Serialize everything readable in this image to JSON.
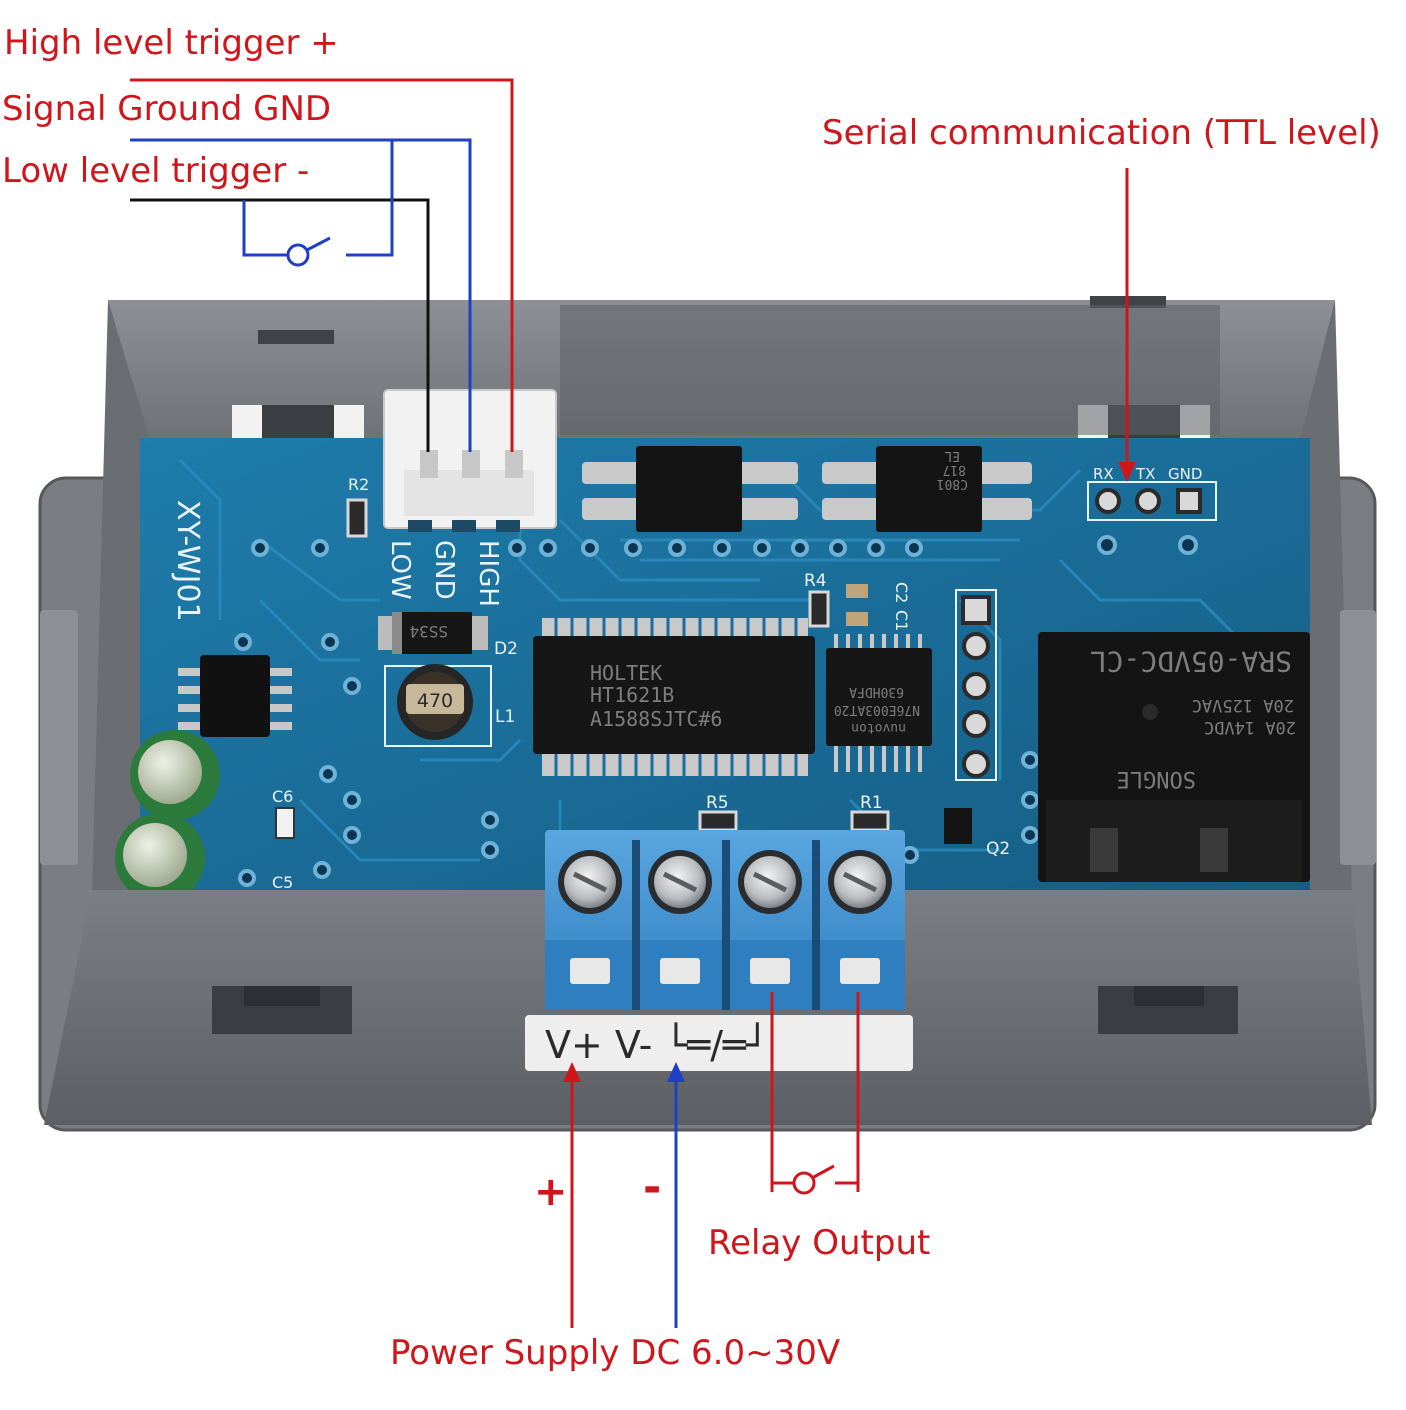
{
  "labels": {
    "high_trigger": "High level trigger +",
    "signal_ground": "Signal Ground GND",
    "low_trigger": "Low level trigger -",
    "serial": "Serial communication (TTL level)",
    "plus": "+",
    "minus": "-",
    "relay_output": "Relay Output",
    "power_supply": "Power Supply DC 6.0~30V"
  },
  "board": {
    "model": "XY-WJ01",
    "connector_pins": [
      "LOW",
      "GND",
      "HIGH"
    ],
    "serial_pins": [
      "RX",
      "TX",
      "GND"
    ],
    "refs": {
      "r2": "R2",
      "r4": "R4",
      "r5": "R5",
      "r1": "R1",
      "d2": "D2",
      "l1": "L1",
      "c6": "C6",
      "c5": "C5",
      "q2": "Q2",
      "c2": "C2",
      "c1": "C1"
    },
    "diode_marking": "SS34",
    "inductor_marking": "470",
    "main_chip": [
      "HOLTEK",
      "HT1621B",
      "A1588SJTC#6"
    ],
    "mcu_chip": [
      "nuvoton",
      "N76E003AT20",
      "630HDFA"
    ],
    "optocoupler_marking": [
      "EL",
      "817",
      "C801"
    ],
    "relay": [
      "SRA-05VDC-CL",
      "20A 125VAC",
      "20A 14VDC",
      "SONGLE"
    ],
    "terminal_label": "V+ V- └═/═┘"
  },
  "colors": {
    "annotation_red": "#d0151b",
    "ground_blue": "#1f3fc4",
    "low_wire_black": "#111111",
    "pcb_blue": "#1b6e9a",
    "terminal_blue": "#3f8fcf",
    "case_gray": "#6d7176"
  }
}
